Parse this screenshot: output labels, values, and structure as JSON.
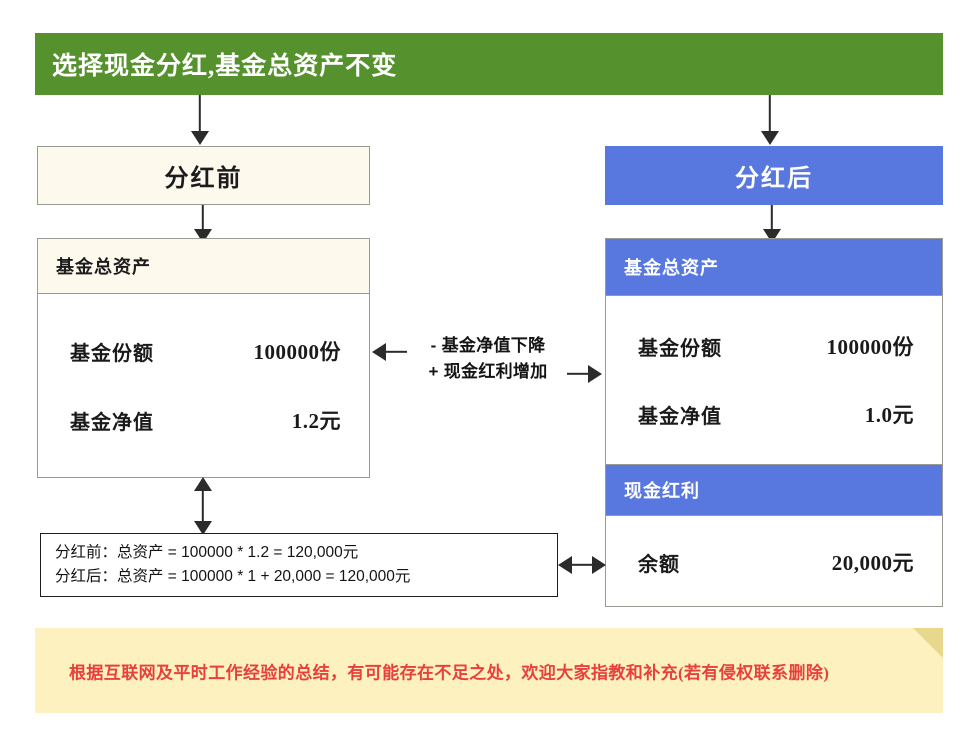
{
  "colors": {
    "title_bg": "#55912c",
    "cream": "#fdf9ed",
    "blue": "#5878e0",
    "footer_bg": "#fdf2bf",
    "footer_fold": "#e8d88e",
    "footer_text": "#e8413c",
    "border": "#9a9a93",
    "arrow": "#2b2b2b"
  },
  "title": {
    "text": "选择现金分红,基金总资产不变"
  },
  "before": {
    "header": "分红前",
    "section_label": "基金总资产",
    "rows": [
      {
        "key": "基金份额",
        "value": "100000份"
      },
      {
        "key": "基金净值",
        "value": "1.2元"
      }
    ]
  },
  "after": {
    "header": "分红后",
    "asset_section_label": "基金总资产",
    "asset_rows": [
      {
        "key": "基金份额",
        "value": "100000份"
      },
      {
        "key": "基金净值",
        "value": "1.0元"
      }
    ],
    "cash_section_label": "现金红利",
    "cash_rows": [
      {
        "key": "余额",
        "value": "20,000元"
      }
    ]
  },
  "middle_note": {
    "line1": "- 基金净值下降",
    "line2": "+ 现金红利增加"
  },
  "calculation": {
    "line1": "分红前：总资产 = 100000 * 1.2 = 120,000元",
    "line2": "分红后：总资产 = 100000 * 1 + 20,000 = 120,000元"
  },
  "footer": {
    "text": "根据互联网及平时工作经验的总结，有可能存在不足之处，欢迎大家指教和补充(若有侵权联系删除)"
  }
}
